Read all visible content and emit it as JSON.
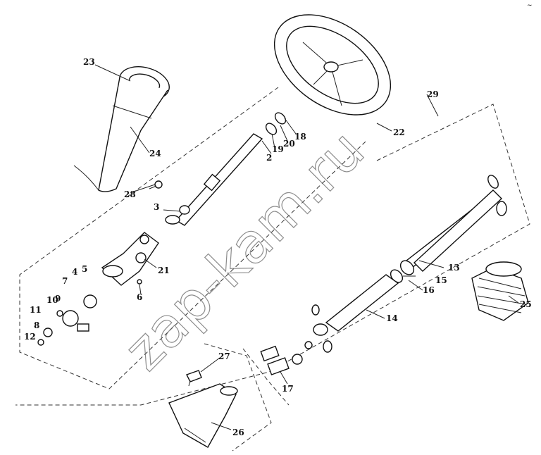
{
  "watermark": "zap-kam.ru",
  "corner_mark": "~",
  "labels": {
    "p2": "2",
    "p3": "3",
    "p4": "4",
    "p5": "5",
    "p6": "6",
    "p7": "7",
    "p8": "8",
    "p9": "9",
    "p10": "10",
    "p11": "11",
    "p12": "12",
    "p13": "13",
    "p14": "14",
    "p15": "15",
    "p16": "16",
    "p17": "17",
    "p18": "18",
    "p19": "19",
    "p20": "20",
    "p21": "21",
    "p22": "22",
    "p23": "23",
    "p24": "24",
    "p25": "25",
    "p26": "26",
    "p27": "27",
    "p28": "28",
    "p29": "29"
  }
}
